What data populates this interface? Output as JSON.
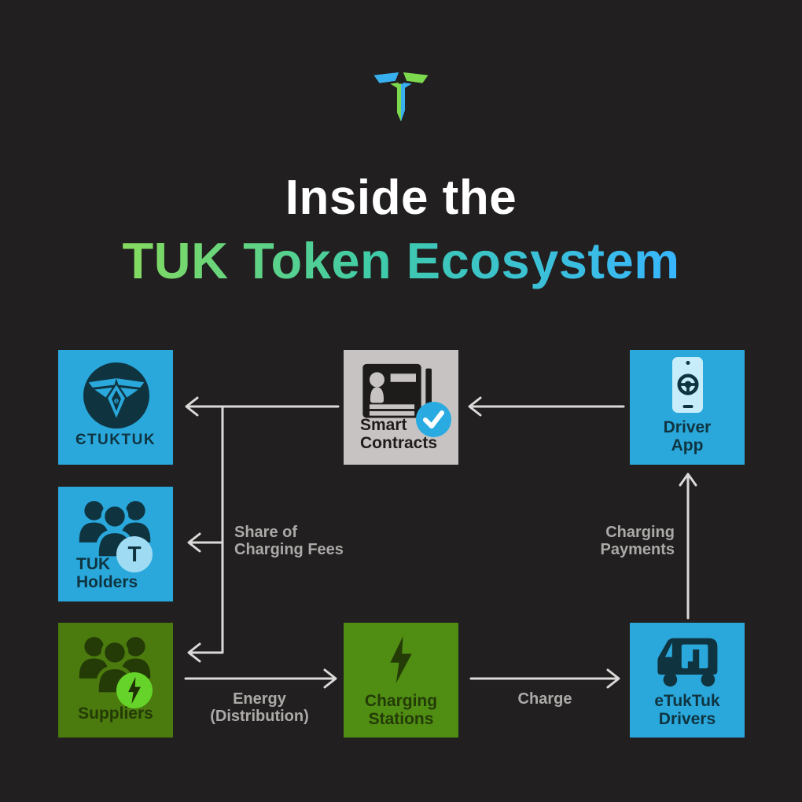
{
  "canvas": {
    "background": "#211F1F"
  },
  "logo": {
    "icon": "etuktuk-t-logo",
    "blue": "#38B0F0",
    "green": "#7CD94E"
  },
  "title": {
    "line1": "Inside the",
    "line2": "TUK Token Ecosystem",
    "line1_color": "#FFFFFF",
    "gradient_start": "#7ED957",
    "gradient_end": "#38B6FF"
  },
  "nodes": {
    "etuktuk": {
      "label": "ЄTUKTUK",
      "bg": "#2AA8DC",
      "icon": "etuktuk-emblem",
      "icon_color": "#0F3440"
    },
    "smart_contracts": {
      "line1": "Smart",
      "line2": "Contracts",
      "bg": "#C7C3C2",
      "icon": "contract-document",
      "check_color": "#29ABE2"
    },
    "driver_app": {
      "line1": "Driver",
      "line2": "App",
      "bg": "#2AA8DC",
      "icon": "phone-steering-wheel"
    },
    "tuk_holders": {
      "line1": "TUK",
      "line2": "Holders",
      "badge": "T",
      "bg": "#2AA8DC",
      "icon": "people-group"
    },
    "suppliers": {
      "label": "Suppliers",
      "bg": "#4B7A0E",
      "icon": "people-group",
      "badge_icon": "lightning-bolt",
      "badge_bg": "#65D32A"
    },
    "charging_stations": {
      "line1": "Charging",
      "line2": "Stations",
      "bg": "#4F8D13",
      "icon": "lightning-bolt"
    },
    "etuktuk_drivers": {
      "line1": "eTukTuk",
      "line2": "Drivers",
      "bg": "#2AA8DC",
      "icon": "tuktuk-vehicle"
    }
  },
  "edge_labels": {
    "share_fees": {
      "line1": "Share of",
      "line2": "Charging Fees",
      "from": "Smart Contracts",
      "to": "eTukTuk / TUK Holders / Suppliers"
    },
    "charging_payments": {
      "line1": "Charging",
      "line2": "Payments",
      "from": "eTukTuk Drivers",
      "to": "Driver App"
    },
    "energy": {
      "line1": "Energy",
      "line2": "(Distribution)",
      "from": "Suppliers",
      "to": "Charging Stations"
    },
    "charge": {
      "label": "Charge",
      "from": "Charging Stations",
      "to": "eTukTuk Drivers"
    }
  },
  "colors": {
    "arrow": "#DCD9D8",
    "edge_label": "#ACA9A8",
    "navy": "#0F3440",
    "dark": "#1E1B1B",
    "dark_green": "#243B07",
    "pale_blue": "#C7EDFB"
  }
}
